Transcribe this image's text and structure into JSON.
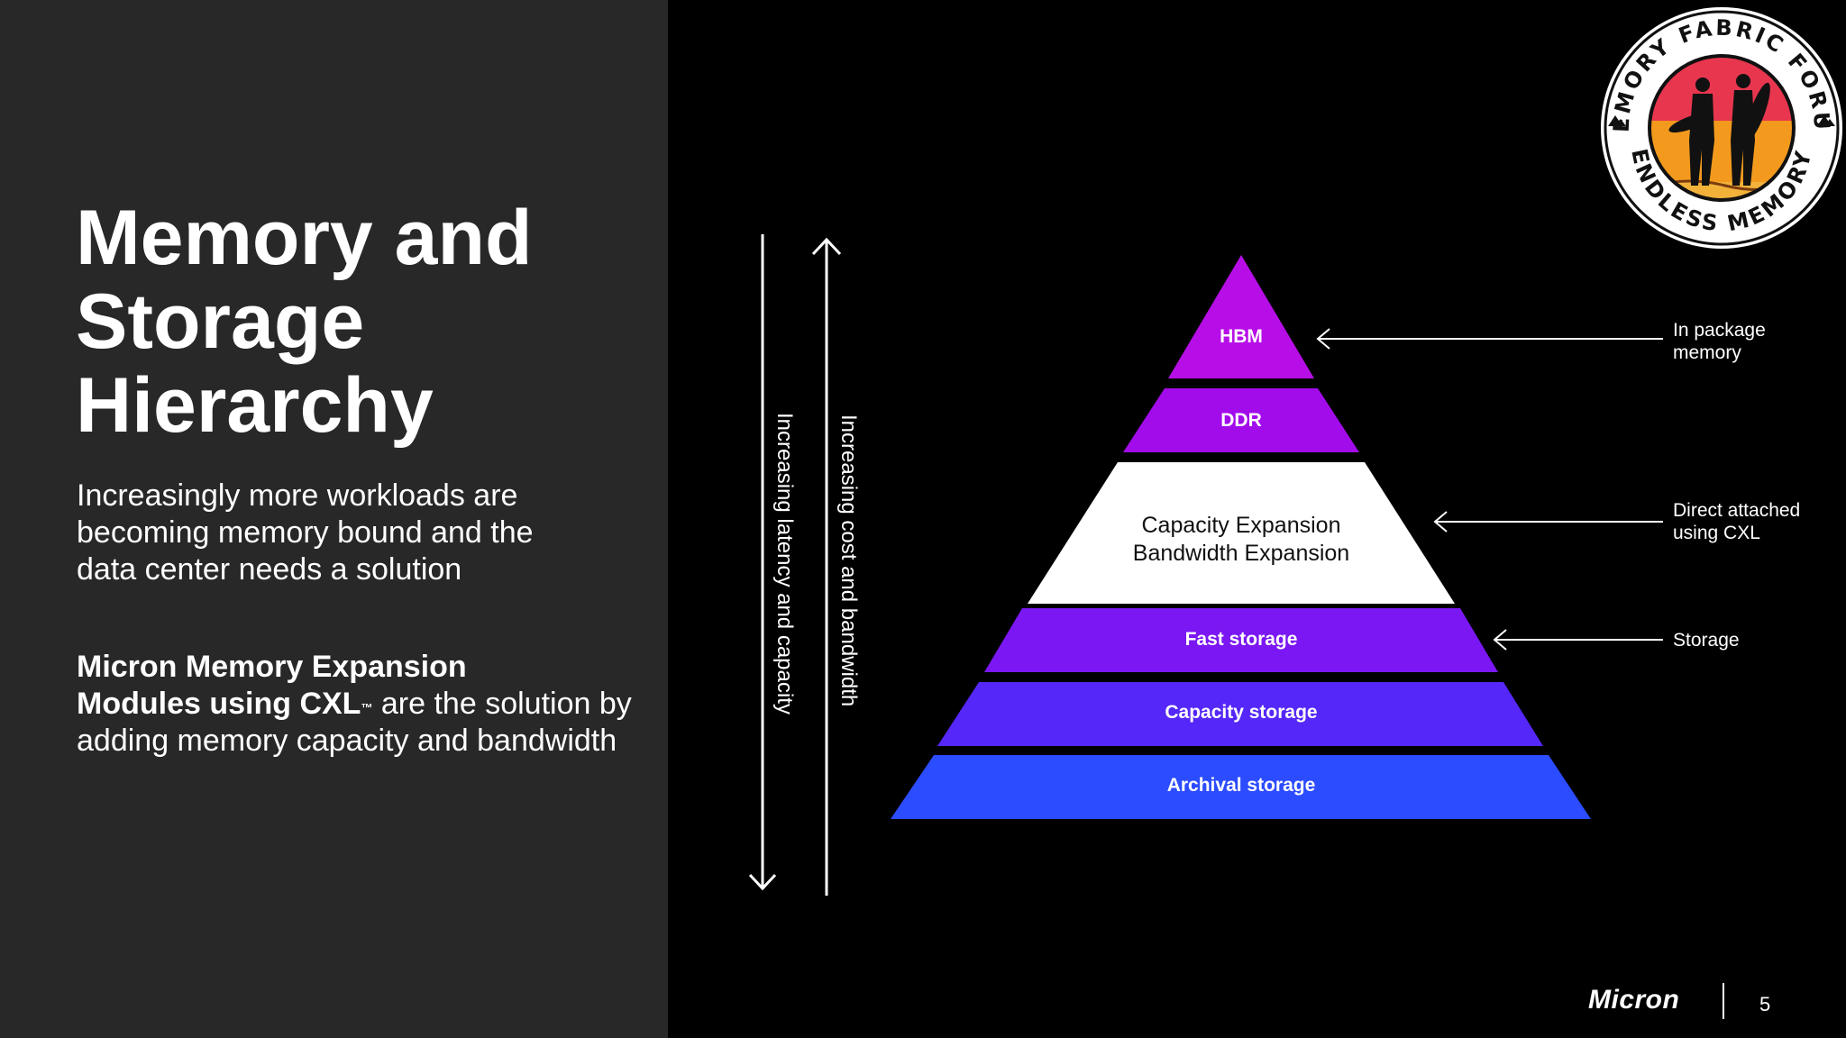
{
  "slide": {
    "title_lines": [
      "Memory and",
      "Storage",
      "Hierarchy"
    ],
    "intro_lines": [
      "Increasingly more workloads are",
      "becoming memory bound and the",
      "data center needs a solution"
    ],
    "solution": {
      "bold_line1": "Micron Memory Expansion",
      "bold_line2": "Modules using CXL",
      "trademark": "™",
      "line2_rest": " are the solution by",
      "line3": "adding memory capacity and bandwidth"
    }
  },
  "diagram": {
    "down_axis_label": "Increasing latency and capacity",
    "up_axis_label": "Increasing cost and bandwidth",
    "layers": [
      {
        "label": "HBM",
        "color": "#b70ee8"
      },
      {
        "label": "DDR",
        "color": "#a20ceb"
      },
      {
        "lines": [
          "Capacity Expansion",
          "Bandwidth Expansion"
        ],
        "color": "#ffffff"
      },
      {
        "label": "Fast storage",
        "color": "#7a17f2"
      },
      {
        "label": "Capacity storage",
        "color": "#5527f8"
      },
      {
        "label": "Archival storage",
        "color": "#2c4cff"
      }
    ],
    "annotations": [
      {
        "lines": [
          "In package",
          "memory"
        ]
      },
      {
        "lines": [
          "Direct attached",
          "using CXL"
        ]
      },
      {
        "lines": [
          "Storage"
        ]
      }
    ]
  },
  "badge": {
    "top_text": "MEMORY FABRIC FORUM",
    "bottom_text": "ENDLESS MEMORY"
  },
  "footer": {
    "logo": "Micron",
    "page": "5"
  }
}
